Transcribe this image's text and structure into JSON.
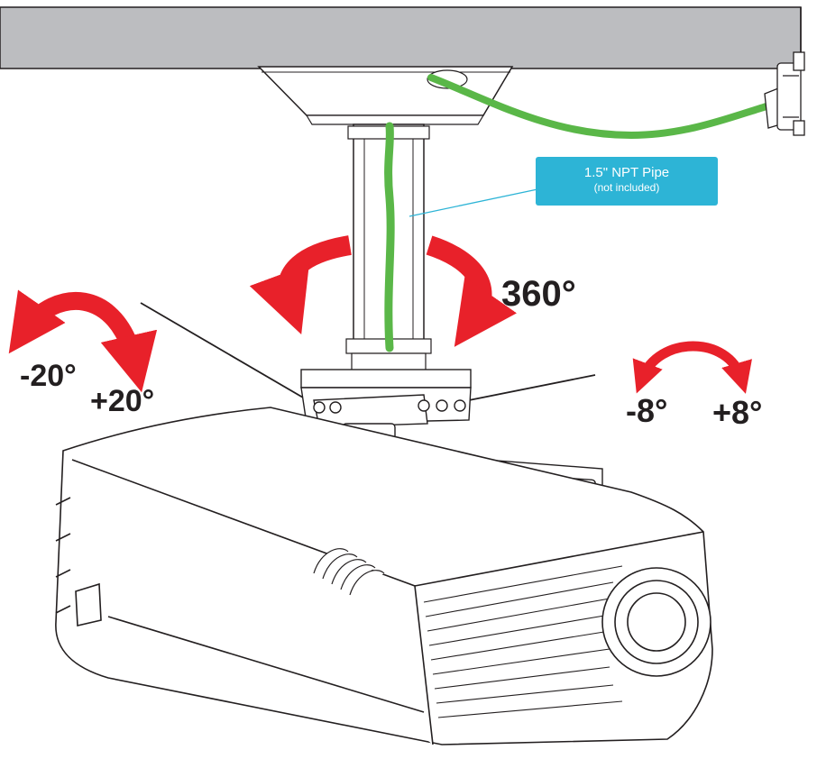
{
  "callout": {
    "title": "1.5\" NPT Pipe",
    "subtitle": "(not included)"
  },
  "labels": {
    "rotation": "360°",
    "tilt_minus": "-20°",
    "tilt_plus": "+20°",
    "swivel_minus": "-8°",
    "swivel_plus": "+8°"
  },
  "colors": {
    "ceiling": "#bcbdc0",
    "cable": "#5ab748",
    "arrow": "#e8212a",
    "callout_bg": "#2db4d6",
    "outline": "#231f20"
  }
}
